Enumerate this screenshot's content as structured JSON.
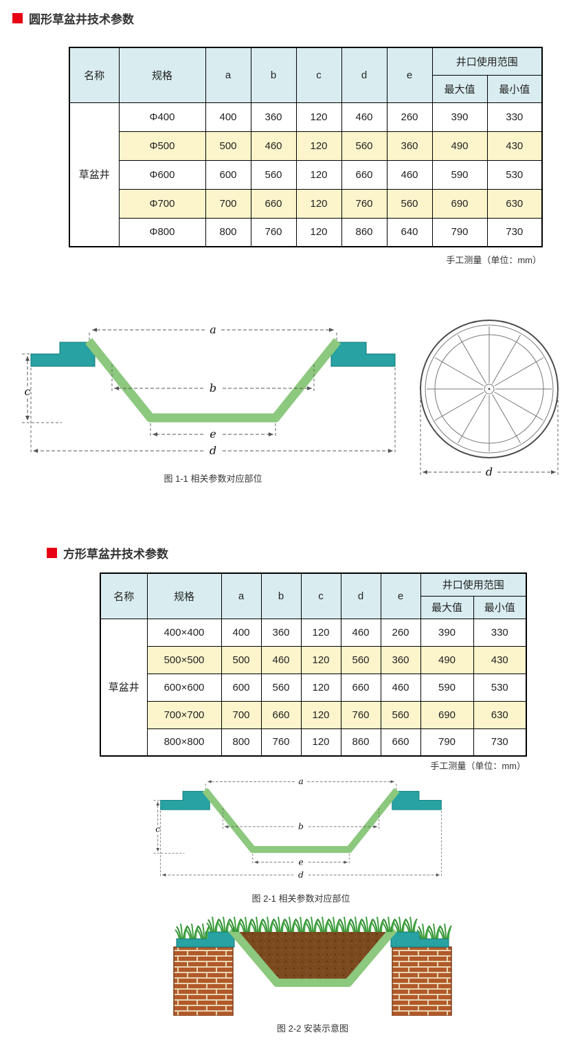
{
  "meta": {
    "unit_note": "手工测量（单位：mm）"
  },
  "headers": {
    "name": "名称",
    "spec": "规格",
    "a": "a",
    "b": "b",
    "c": "c",
    "d": "d",
    "e": "e",
    "range": "井口使用范围",
    "max": "最大值",
    "min": "最小值"
  },
  "round": {
    "title": "圆形草盆井技术参数",
    "group_name": "草盆井",
    "rows": [
      {
        "spec": "Φ400",
        "a": "400",
        "b": "360",
        "c": "120",
        "d": "460",
        "e": "260",
        "max": "390",
        "min": "330"
      },
      {
        "spec": "Φ500",
        "a": "500",
        "b": "460",
        "c": "120",
        "d": "560",
        "e": "360",
        "max": "490",
        "min": "430"
      },
      {
        "spec": "Φ600",
        "a": "600",
        "b": "560",
        "c": "120",
        "d": "660",
        "e": "460",
        "max": "590",
        "min": "530"
      },
      {
        "spec": "Φ700",
        "a": "700",
        "b": "660",
        "c": "120",
        "d": "760",
        "e": "560",
        "max": "690",
        "min": "630"
      },
      {
        "spec": "Φ800",
        "a": "800",
        "b": "760",
        "c": "120",
        "d": "860",
        "e": "640",
        "max": "790",
        "min": "730"
      }
    ],
    "figure_caption": "图 1-1  相关参数对应部位",
    "labels": {
      "a": "a",
      "b": "b",
      "c": "c",
      "d": "d",
      "e": "e"
    },
    "circle_label": "d"
  },
  "square": {
    "title": "方形草盆井技术参数",
    "group_name": "草盆井",
    "rows": [
      {
        "spec": "400×400",
        "a": "400",
        "b": "360",
        "c": "120",
        "d": "460",
        "e": "260",
        "max": "390",
        "min": "330"
      },
      {
        "spec": "500×500",
        "a": "500",
        "b": "460",
        "c": "120",
        "d": "560",
        "e": "360",
        "max": "490",
        "min": "430"
      },
      {
        "spec": "600×600",
        "a": "600",
        "b": "560",
        "c": "120",
        "d": "660",
        "e": "460",
        "max": "590",
        "min": "530"
      },
      {
        "spec": "700×700",
        "a": "700",
        "b": "660",
        "c": "120",
        "d": "760",
        "e": "560",
        "max": "690",
        "min": "630"
      },
      {
        "spec": "800×800",
        "a": "800",
        "b": "760",
        "c": "120",
        "d": "860",
        "e": "660",
        "max": "790",
        "min": "730"
      }
    ],
    "figure_caption": "图 2-1  相关参数对应部位",
    "install_caption": "图 2-2  安装示意图",
    "labels": {
      "a": "a",
      "b": "b",
      "c": "c",
      "d": "d",
      "e": "e"
    }
  }
}
